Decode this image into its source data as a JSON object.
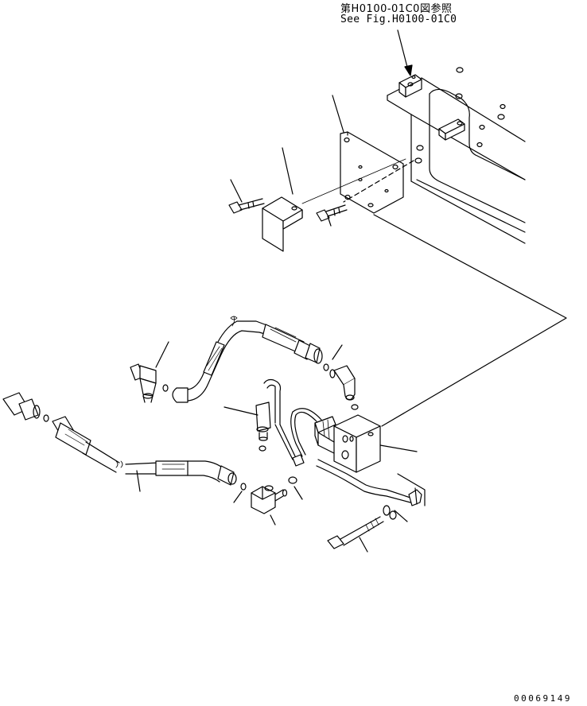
{
  "reference": {
    "japanese": "第H0100-01C0図参照",
    "english": "See Fig.H0100-01C0"
  },
  "drawing_number": "00069149"
}
